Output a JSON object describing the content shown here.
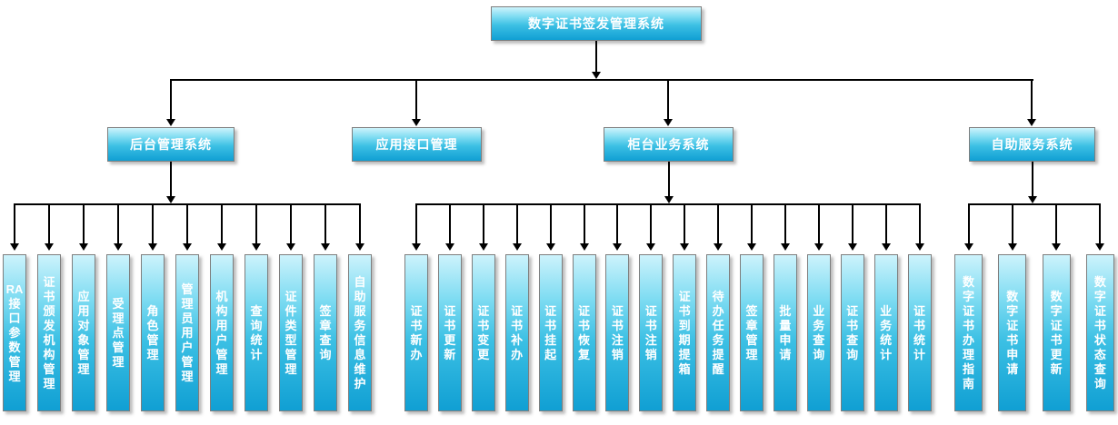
{
  "root": {
    "label": "数字证书签发管理系统"
  },
  "level2": {
    "backend": {
      "label": "后台管理系统"
    },
    "api": {
      "label": "应用接口管理"
    },
    "counter": {
      "label": "柜台业务系统"
    },
    "selfservice": {
      "label": "自助服务系统"
    }
  },
  "groups": {
    "backend": {
      "items": [
        "RA接口参数管理",
        "证书颁发机构管理",
        "应用对象管理",
        "受理点管理",
        "角色管理",
        "管理员用户管理",
        "机构用户管理",
        "查询统计",
        "证件类型管理",
        "签章查询",
        "自助服务信息维护"
      ]
    },
    "counter": {
      "items": [
        "证书新办",
        "证书更新",
        "证书变更",
        "证书补办",
        "证书挂起",
        "证书恢复",
        "证书注销",
        "证书注销",
        "证书到期提箱",
        "待办任务提醒",
        "签章管理",
        "批量申请",
        "业务查询",
        "证书查询",
        "业务统计",
        "证书统计"
      ]
    },
    "selfservice": {
      "items": [
        "数字证书办理指南",
        "数字证书申请",
        "数字证书更新",
        "数字证书状态查询"
      ]
    }
  },
  "colors": {
    "box_gradient_top": "#cdf3fc",
    "box_gradient_bottom": "#109fd3",
    "box_border": "#7e7e7e",
    "connector_line": "#000000",
    "label_text": "#ffffff",
    "background": "#ffffff"
  }
}
